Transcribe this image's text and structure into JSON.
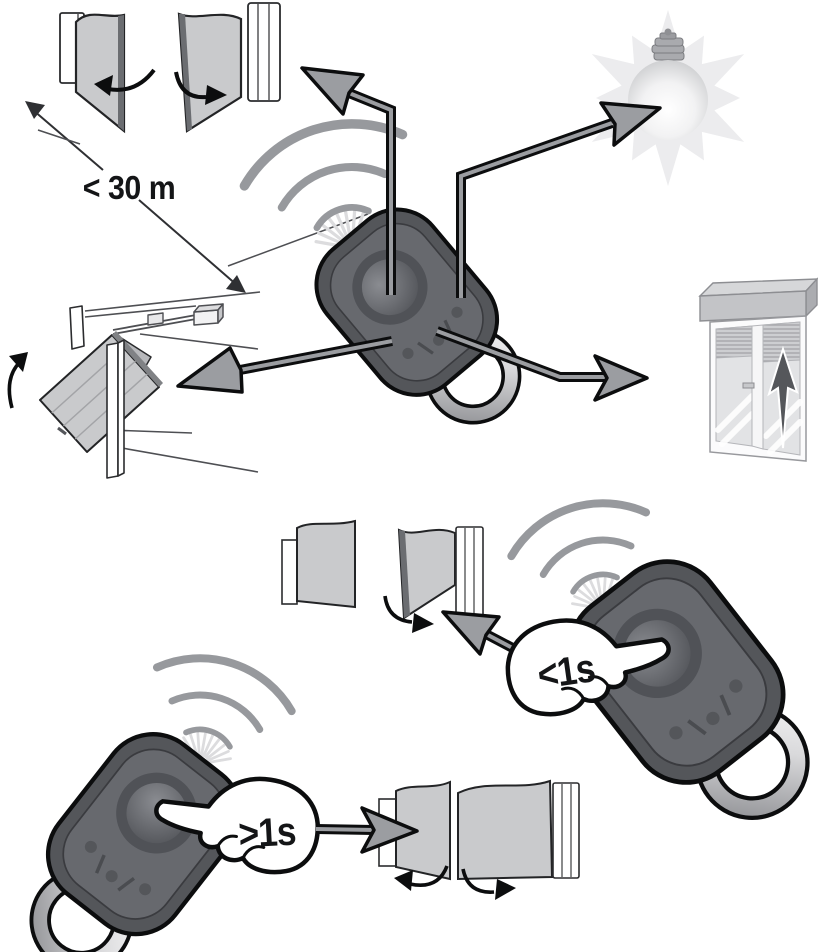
{
  "diagram": {
    "background": "#ffffff",
    "range": {
      "label": "< 30 m"
    },
    "short_press": {
      "label": "<1s"
    },
    "long_press": {
      "label": ">1s"
    },
    "colors": {
      "panel_gray": "#c9cacc",
      "panel_edge_dark": "#6b6d71",
      "outline_black": "#141517",
      "thin_line": "#4e4f53",
      "arrow_fill": "#9b9da1",
      "remote_body": "#54565a",
      "remote_face": "#67696e",
      "ring_silver": "#c9cacd",
      "wave_gray": "#97999d",
      "starburst": "#dcdcde",
      "bulb_ray": "#ececee",
      "glass": "#e2e3e5",
      "shutter_arrow_dark": "#55575b"
    },
    "icons": [
      "remote-control-icon",
      "radio-waves-icon",
      "swing-shutter-icon",
      "rotation-arrow-icon",
      "light-bulb-icon",
      "garage-door-icon",
      "roller-shutter-window-icon",
      "pressing-hand-icon",
      "direction-arrow-icon",
      "dimension-arrow-icon"
    ]
  }
}
